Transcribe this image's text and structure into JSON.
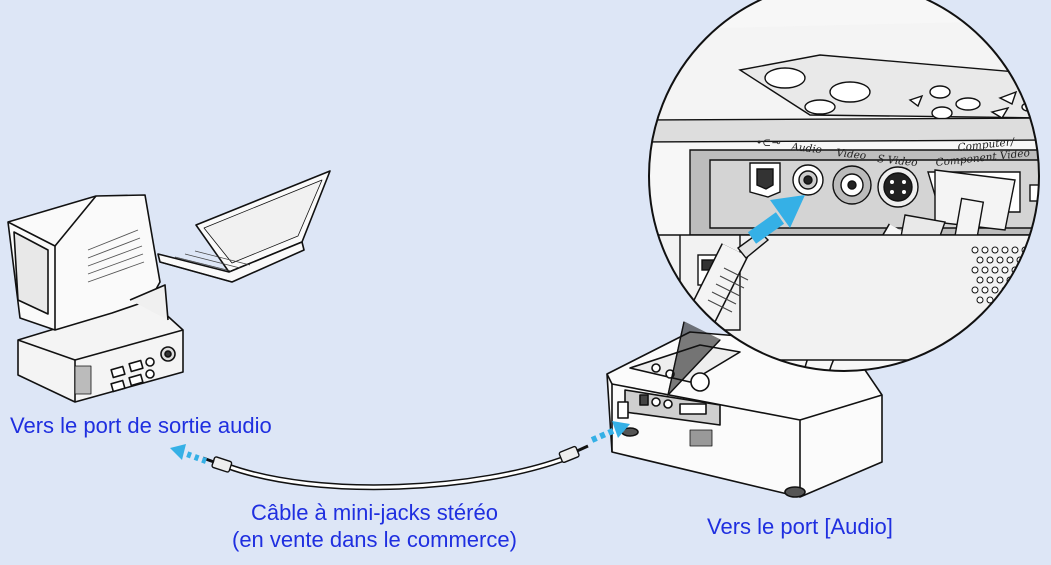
{
  "labels": {
    "audio_out_port": "Vers le port de sortie audio",
    "cable_line1": "Câble à mini-jacks stéréo",
    "cable_line2": "(en vente dans le commerce)",
    "audio_port": "Vers le port [Audio]"
  },
  "port_labels": {
    "usb": "•⊂⊸",
    "audio": "Audio",
    "video": "Video",
    "s_video": "S-Video",
    "computer_line1": "Computer/",
    "computer_line2": "Component Video"
  },
  "colors": {
    "background": "#dde6f6",
    "label_text": "#1f2fe0",
    "arrow": "#35b0e6"
  }
}
